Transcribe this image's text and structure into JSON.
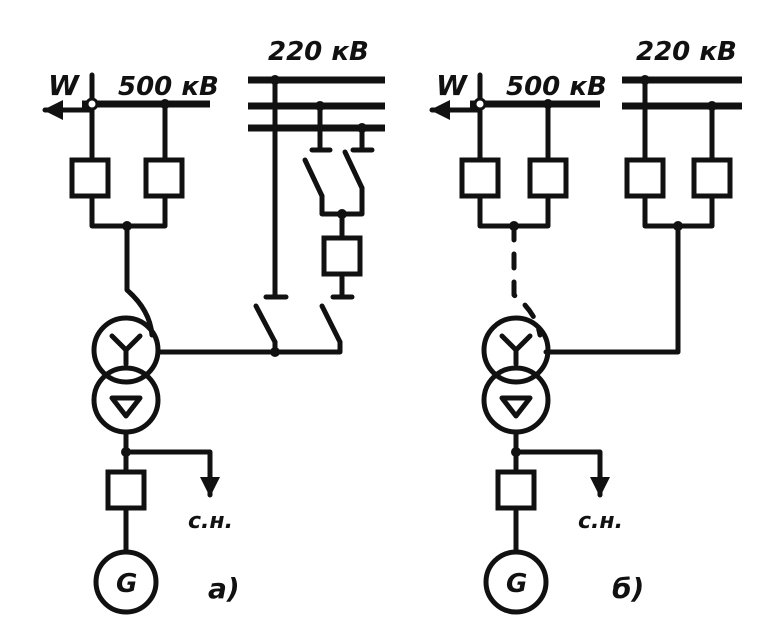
{
  "diagram_a": {
    "feeder": "W",
    "bus_500": "500 кВ",
    "bus_220": "220 кВ",
    "aux": "с.н.",
    "generator": "G",
    "caption": "а)"
  },
  "diagram_b": {
    "feeder": "W",
    "bus_500": "500 кВ",
    "bus_220": "220 кВ",
    "aux": "с.н.",
    "generator": "G",
    "caption": "б)"
  }
}
